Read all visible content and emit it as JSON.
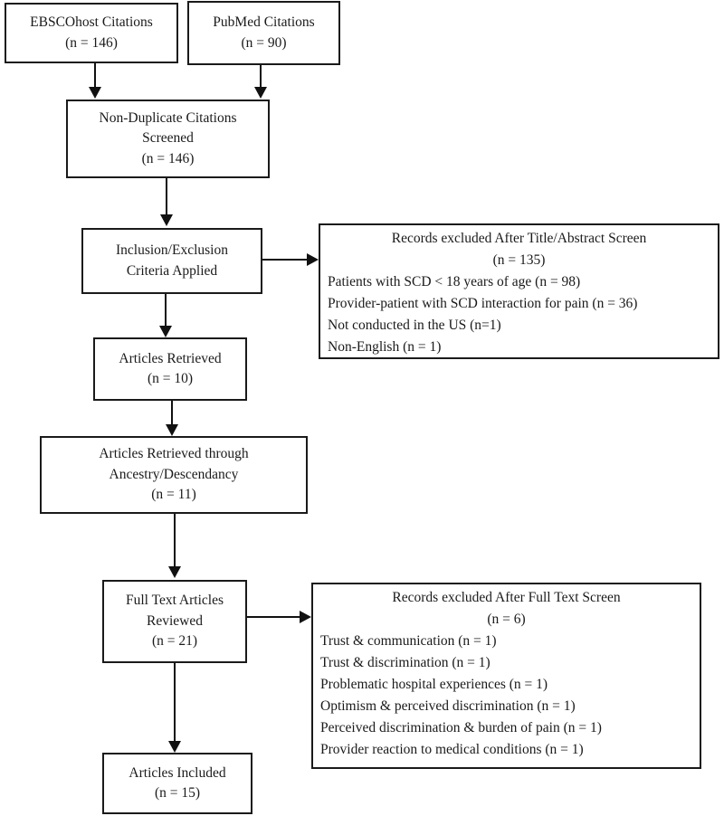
{
  "diagram": {
    "colors": {
      "border": "#1a1a1a",
      "background": "#ffffff",
      "text": "#1a1a1a"
    },
    "boxes": {
      "ebscohost": {
        "lines": [
          "EBSCOhost Citations",
          "(n = 146)"
        ]
      },
      "pubmed": {
        "lines": [
          "PubMed Citations",
          "(n = 90)"
        ]
      },
      "nonduplicate": {
        "lines": [
          "Non-Duplicate Citations",
          "Screened",
          "(n = 146)"
        ]
      },
      "criteria": {
        "lines": [
          "Inclusion/Exclusion",
          "Criteria Applied"
        ]
      },
      "excluded_title_abstract": {
        "title": "Records excluded After Title/Abstract Screen",
        "count": "(n = 135)",
        "items": [
          "Patients with SCD < 18 years of age (n = 98)",
          "Provider-patient with SCD interaction for pain (n = 36)",
          "Not conducted in the US (n=1)",
          "Non-English (n = 1)"
        ]
      },
      "retrieved": {
        "lines": [
          "Articles Retrieved",
          "(n = 10)"
        ]
      },
      "ancestry": {
        "lines": [
          "Articles Retrieved through",
          "Ancestry/Descendancy",
          "(n = 11)"
        ]
      },
      "fulltext": {
        "lines": [
          "Full Text Articles",
          "Reviewed",
          "(n = 21)"
        ]
      },
      "excluded_fulltext": {
        "title": "Records excluded After Full Text Screen",
        "count": "(n = 6)",
        "items": [
          "Trust & communication (n = 1)",
          "Trust & discrimination (n = 1)",
          "Problematic hospital experiences (n = 1)",
          "Optimism & perceived discrimination (n = 1)",
          "Perceived discrimination & burden of pain (n = 1)",
          "Provider reaction to medical conditions (n = 1)"
        ]
      },
      "included": {
        "lines": [
          "Articles Included",
          "(n = 15)"
        ]
      }
    }
  }
}
